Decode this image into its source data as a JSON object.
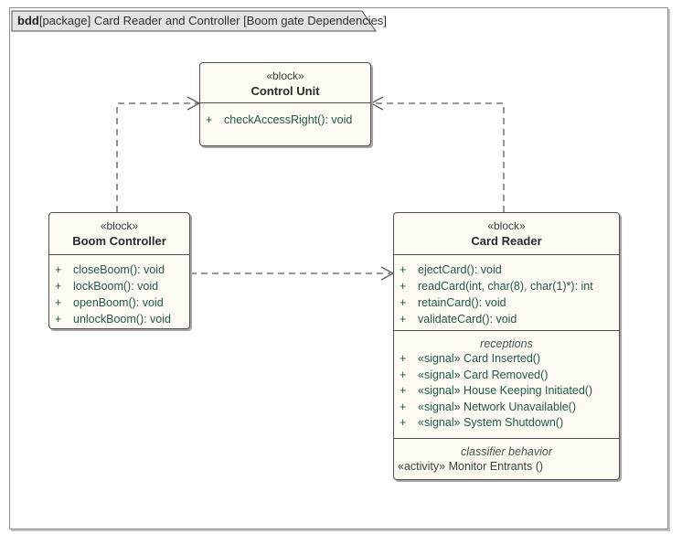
{
  "frame": {
    "tab": {
      "keyword": "bdd",
      "rest": "[package] Card Reader and Controller [Boom gate Dependencies]"
    }
  },
  "colors": {
    "block_fill": "#fdf9f3",
    "block_border": "#4f4f4f",
    "feature_text_green": "#1e5a48",
    "tab_fill": "#e4e4e4",
    "connector": "#5a5a5a"
  },
  "blocks": {
    "control_unit": {
      "stereotype": "«block»",
      "name": "Control Unit",
      "operations": [
        {
          "vis": "+",
          "sig": "checkAccessRight(): void"
        }
      ]
    },
    "boom_controller": {
      "stereotype": "«block»",
      "name": "Boom Controller",
      "operations": [
        {
          "vis": "+",
          "sig": "closeBoom(): void"
        },
        {
          "vis": "+",
          "sig": "lockBoom(): void"
        },
        {
          "vis": "+",
          "sig": "openBoom(): void"
        },
        {
          "vis": "+",
          "sig": "unlockBoom(): void"
        }
      ]
    },
    "card_reader": {
      "stereotype": "«block»",
      "name": "Card Reader",
      "operations": [
        {
          "vis": "+",
          "sig": "ejectCard(): void"
        },
        {
          "vis": "+",
          "sig": "readCard(int, char(8), char(1)*): int"
        },
        {
          "vis": "+",
          "sig": "retainCard(): void"
        },
        {
          "vis": "+",
          "sig": "validateCard(): void"
        }
      ],
      "receptions_header": "receptions",
      "receptions": [
        {
          "vis": "+",
          "sig": "«signal» Card Inserted()"
        },
        {
          "vis": "+",
          "sig": "«signal» Card Removed()"
        },
        {
          "vis": "+",
          "sig": "«signal» House Keeping Initiated()"
        },
        {
          "vis": "+",
          "sig": "«signal» Network Unavailable()"
        },
        {
          "vis": "+",
          "sig": "«signal» System Shutdown()"
        }
      ],
      "behavior_header": "classifier behavior",
      "behavior_item": "«activity» Monitor Entrants ()"
    }
  }
}
